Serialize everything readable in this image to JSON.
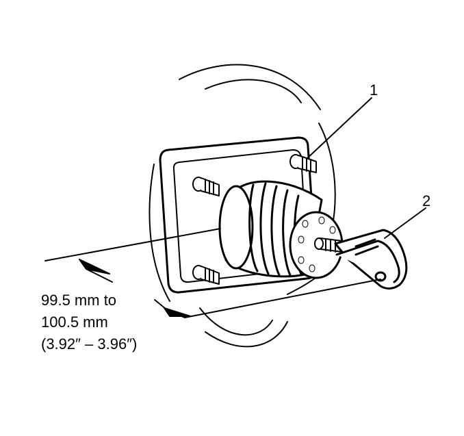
{
  "callouts": {
    "one": "1",
    "two": "2"
  },
  "dimension": {
    "line1": "99.5 mm to",
    "line2": "100.5 mm",
    "line3": "(3.92″ – 3.96″)"
  }
}
